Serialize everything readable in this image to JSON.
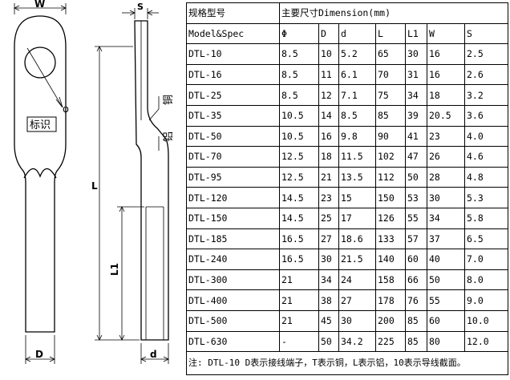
{
  "drawing": {
    "dim_w": "W",
    "dim_s": "S",
    "dim_l": "L",
    "dim_l1": "L1",
    "dim_d_upper": "D",
    "dim_d_lower": "d",
    "dim_phi": "φ",
    "label_mark": "标识",
    "label_copper": "铜",
    "label_aluminum": "铝"
  },
  "table": {
    "header_spec_cn": "规格型号",
    "header_spec_en": "Model&Spec",
    "header_dims": "主要尺寸Dimension(mm)",
    "columns": [
      "Φ",
      "D",
      "d",
      "L",
      "L1",
      "W",
      "S"
    ],
    "rows": [
      {
        "model": "DTL-10",
        "phi": "8.5",
        "D": "10",
        "d": "5.2",
        "L": "65",
        "L1": "30",
        "W": "16",
        "S": "2.5"
      },
      {
        "model": "DTL-16",
        "phi": "8.5",
        "D": "11",
        "d": "6.1",
        "L": "70",
        "L1": "31",
        "W": "16",
        "S": "2.6"
      },
      {
        "model": "DTL-25",
        "phi": "8.5",
        "D": "12",
        "d": "7.1",
        "L": "75",
        "L1": "34",
        "W": "18",
        "S": "3.2"
      },
      {
        "model": "DTL-35",
        "phi": "10.5",
        "D": "14",
        "d": "8.5",
        "L": "85",
        "L1": "39",
        "W": "20.5",
        "S": "3.6"
      },
      {
        "model": "DTL-50",
        "phi": "10.5",
        "D": "16",
        "d": "9.8",
        "L": "90",
        "L1": "41",
        "W": "23",
        "S": "4.0"
      },
      {
        "model": "DTL-70",
        "phi": "12.5",
        "D": "18",
        "d": "11.5",
        "L": "102",
        "L1": "47",
        "W": "26",
        "S": "4.6"
      },
      {
        "model": "DTL-95",
        "phi": "12.5",
        "D": "21",
        "d": "13.5",
        "L": "112",
        "L1": "50",
        "W": "28",
        "S": "4.8"
      },
      {
        "model": "DTL-120",
        "phi": "14.5",
        "D": "23",
        "d": "15",
        "L": "150",
        "L1": "53",
        "W": "30",
        "S": "5.3"
      },
      {
        "model": "DTL-150",
        "phi": "14.5",
        "D": "25",
        "d": "17",
        "L": "126",
        "L1": "55",
        "W": "34",
        "S": "5.8"
      },
      {
        "model": "DTL-185",
        "phi": "16.5",
        "D": "27",
        "d": "18.6",
        "L": "133",
        "L1": "57",
        "W": "37",
        "S": "6.5"
      },
      {
        "model": "DTL-240",
        "phi": "16.5",
        "D": "30",
        "d": "21.5",
        "L": "140",
        "L1": "60",
        "W": "40",
        "S": "7.0"
      },
      {
        "model": "DTL-300",
        "phi": "21",
        "D": "34",
        "d": "24",
        "L": "158",
        "L1": "66",
        "W": "50",
        "S": "8.0"
      },
      {
        "model": "DTL-400",
        "phi": "21",
        "D": "38",
        "d": "27",
        "L": "178",
        "L1": "76",
        "W": "55",
        "S": "9.0"
      },
      {
        "model": "DTL-500",
        "phi": "21",
        "D": "45",
        "d": "30",
        "L": "200",
        "L1": "85",
        "W": "60",
        "S": "10.0"
      },
      {
        "model": "DTL-630",
        "phi": "-",
        "D": "50",
        "d": "34.2",
        "L": "225",
        "L1": "85",
        "W": "80",
        "S": "12.0"
      }
    ],
    "note": "注: DTL-10 D表示接线端子，T表示铜，L表示铝，10表示导线截面。"
  }
}
